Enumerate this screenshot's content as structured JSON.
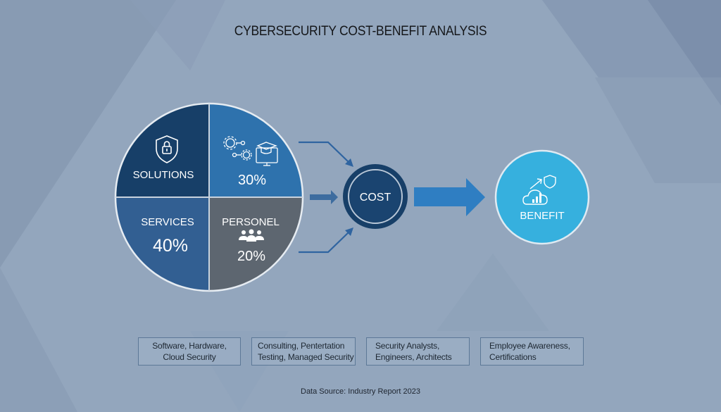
{
  "title": "CYBERSECURITY COST-BENEFIT ANALYSIS",
  "pie": {
    "segments": [
      {
        "label": "SOLUTIONS",
        "value": "",
        "icon": "shield-lock-icon",
        "color": "#173f68"
      },
      {
        "label": "",
        "value": "30%",
        "icon": "gears-graduation-monitor-icon",
        "color": "#2e72ad"
      },
      {
        "label": "SERVICES",
        "value": "40%",
        "icon": "",
        "color": "#325f92"
      },
      {
        "label": "PERSONEL",
        "value": "20%",
        "icon": "people-group-icon",
        "color": "#5d6670"
      }
    ]
  },
  "cost": {
    "label": "COST",
    "color": "#173f68"
  },
  "benefit": {
    "label": "BENEFIT",
    "icon": "cloud-chart-shield-icon",
    "color": "#36b0de"
  },
  "descriptions": [
    {
      "line1": "Software, Hardware,",
      "line2": "Cloud Security"
    },
    {
      "line1": "Consulting, Pentertation",
      "line2": "Testing, Managed Security"
    },
    {
      "line1": "Security Analysts,",
      "line2": "Engineers, Architects"
    },
    {
      "line1": "Employee Awareness,",
      "line2": "Certifications"
    }
  ],
  "footer": "Data Source: Industry Report 2023",
  "chart_data": {
    "type": "pie",
    "title": "CYBERSECURITY COST-BENEFIT ANALYSIS",
    "categories": [
      "SOLUTIONS",
      "30% segment (Training/Tools)",
      "SERVICES",
      "PERSONEL"
    ],
    "values": [
      null,
      30,
      40,
      20
    ],
    "flow": [
      "COST",
      "BENEFIT"
    ],
    "annotations": [
      "Data Source: Industry Report 2023"
    ]
  }
}
